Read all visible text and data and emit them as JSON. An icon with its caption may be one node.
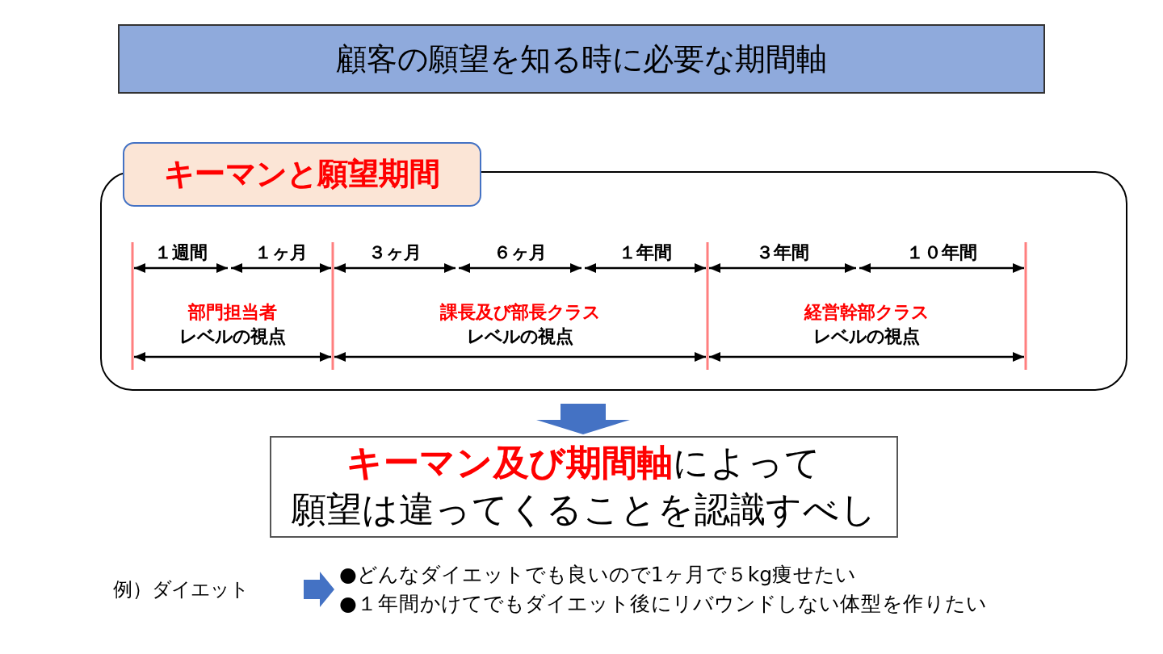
{
  "diagram": {
    "title": "顧客の願望を知る時に必要な期間軸",
    "nodes": [
      {
        "text": [
          "キーマンと願望期間"
        ]
      },
      {
        "text": [
          "**キーマン及び期間軸**によって",
          "願望は違ってくることを認識すべし"
        ]
      },
      {
        "text": [
          "例）ダイエット"
        ]
      },
      {
        "text": [
          "●どんなダイエットでも良いので1ヶ月で５kg痩せたい",
          "●１年間かけてでもダイエット後にリバウンドしない体型を作りたい"
        ]
      }
    ],
    "edges": [
      {
        "from": 0,
        "to": 1,
        "arrow": "to",
        "style": "thick"
      },
      {
        "from": 2,
        "to": 3,
        "arrow": "to",
        "style": "thick"
      }
    ],
    "labels": [
      "１週間",
      "１ヶ月",
      "３ヶ月",
      "６ヶ月",
      "１年間",
      "３年間",
      "１０年間",
      "部門担当者",
      "レベルの視点",
      "課長及び部長クラス",
      "レベルの視点",
      "経営幹部クラス",
      "レベルの視点"
    ]
  }
}
